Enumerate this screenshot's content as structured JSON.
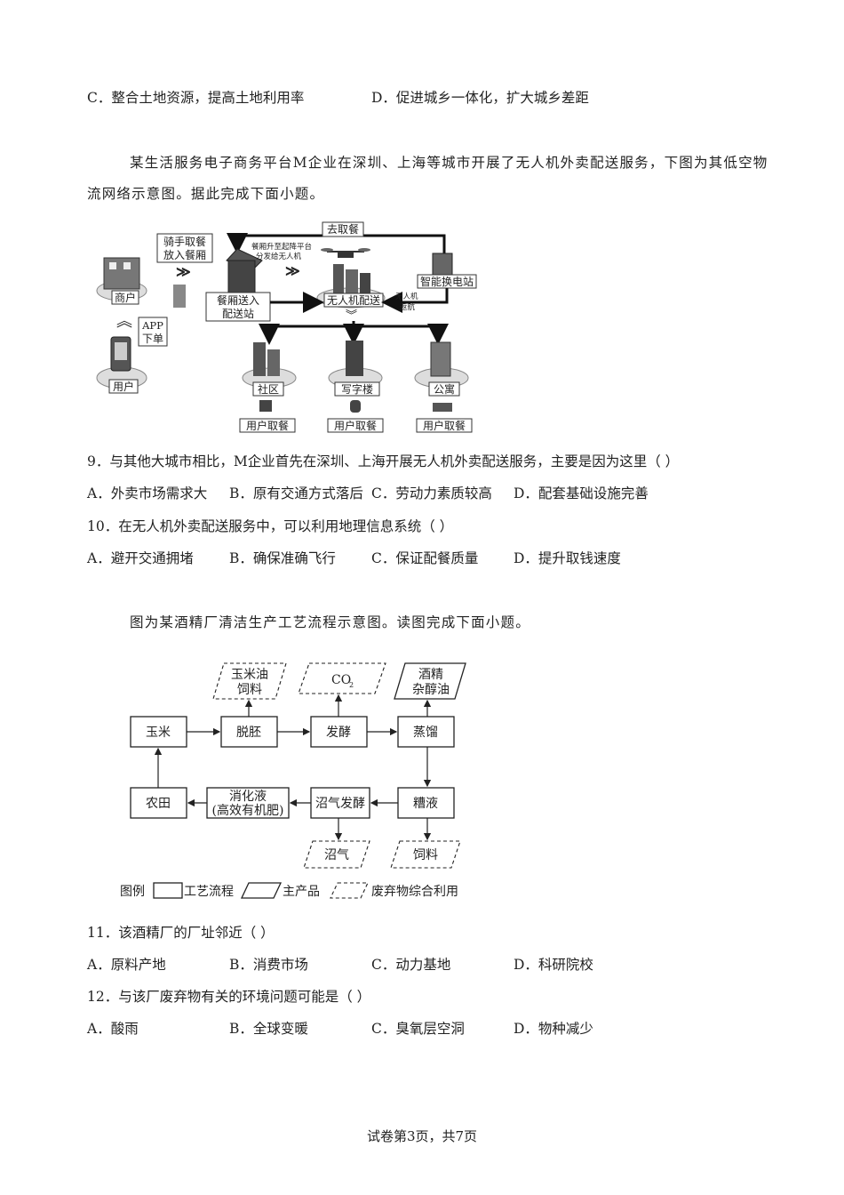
{
  "q8_options": {
    "c": "C．整合土地资源，提高土地利用率",
    "d": "D．促进城乡一体化，扩大城乡差距"
  },
  "intro1": {
    "line1": "某生活服务电子商务平台M企业在深圳、上海等城市开展了无人机外卖配送服务，下图为其低空物",
    "line2": "流网络示意图。据此完成下面小题。"
  },
  "drone_diagram": {
    "go_pickup": "去取餐",
    "rider_line1": "骑手取餐",
    "rider_line2": "放入餐厢",
    "merchant": "商户",
    "app_line1": "APP",
    "app_line2": "下单",
    "user": "用户",
    "rise_note_line1": "餐厢升至起降平台",
    "rise_note_line2": "分发给无人机",
    "station_line1": "餐厢送入",
    "station_line2": "配送站",
    "drone_delivery": "无人机配送",
    "smart_swap": "智能换电站",
    "return_line1": "无人机",
    "return_line2": "返航",
    "community": "社区",
    "office": "写字楼",
    "apartment": "公寓",
    "user_pickup": "用户取餐"
  },
  "q9": {
    "stem": "9．与其他大城市相比，M企业首先在深圳、上海开展无人机外卖配送服务，主要是因为这里（    ）",
    "a": "A．外卖市场需求大",
    "b": "B．原有交通方式落后",
    "c": "C．劳动力素质较高",
    "d": "D．配套基础设施完善"
  },
  "q10": {
    "stem": "10．在无人机外卖配送服务中，可以利用地理信息系统（    ）",
    "a": "A．避开交通拥堵",
    "b": "B．确保准确飞行",
    "c": "C．保证配餐质量",
    "d": "D．提升取钱速度"
  },
  "intro2": "图为某酒精厂清洁生产工艺流程示意图。读图完成下面小题。",
  "flow_diagram": {
    "corn_oil_line1": "玉米油",
    "corn_oil_line2": "饲料",
    "co2": "CO",
    "co2_sub": "2",
    "alcohol_line1": "酒精",
    "alcohol_line2": "杂醇油",
    "corn": "玉米",
    "degerm": "脱胚",
    "ferment": "发酵",
    "distill": "蒸馏",
    "farmland": "农田",
    "digest_line1": "消化液",
    "digest_line2": "(高效有机肥)",
    "biogas_ferment": "沼气发酵",
    "stillage": "糟液",
    "biogas": "沼气",
    "feed": "饲料",
    "legend_title": "图例",
    "legend_process": "工艺流程",
    "legend_product": "主产品",
    "legend_waste": "废弃物综合利用"
  },
  "q11": {
    "stem": "11．该酒精厂的厂址邻近（    ）",
    "a": "A．原料产地",
    "b": "B．消费市场",
    "c": "C．动力基地",
    "d": "D．科研院校"
  },
  "q12": {
    "stem": "12．与该厂废弃物有关的环境问题可能是（    ）",
    "a": "A．酸雨",
    "b": "B．全球变暖",
    "c": "C．臭氧层空洞",
    "d": "D．物种减少"
  },
  "footer": "试卷第3页，共7页"
}
